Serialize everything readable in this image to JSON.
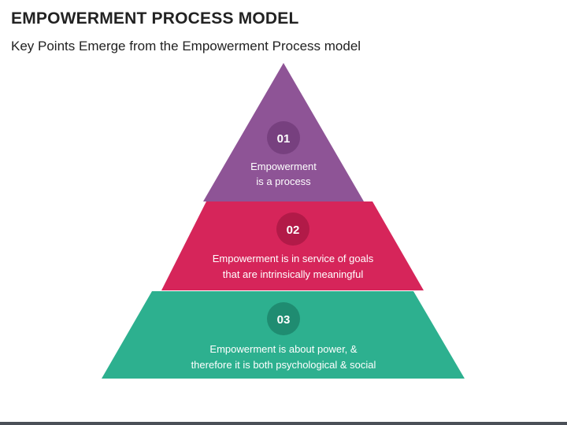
{
  "title": "EMPOWERMENT PROCESS MODEL",
  "subtitle": "Key Points Emerge from the Empowerment Process model",
  "levels": [
    {
      "number": "01",
      "lines": [
        "Empowerment",
        "is a process"
      ],
      "color": "#8e5496",
      "badge_color": "#77407f"
    },
    {
      "number": "02",
      "lines": [
        "Empowerment is in service of goals",
        "that are intrinsically meaningful"
      ],
      "color": "#d6255a",
      "badge_color": "#b21a48"
    },
    {
      "number": "03",
      "lines": [
        "Empowerment is about power, &",
        "therefore it is both psychological & social"
      ],
      "color": "#2db08f",
      "badge_color": "#1f8c71"
    }
  ]
}
